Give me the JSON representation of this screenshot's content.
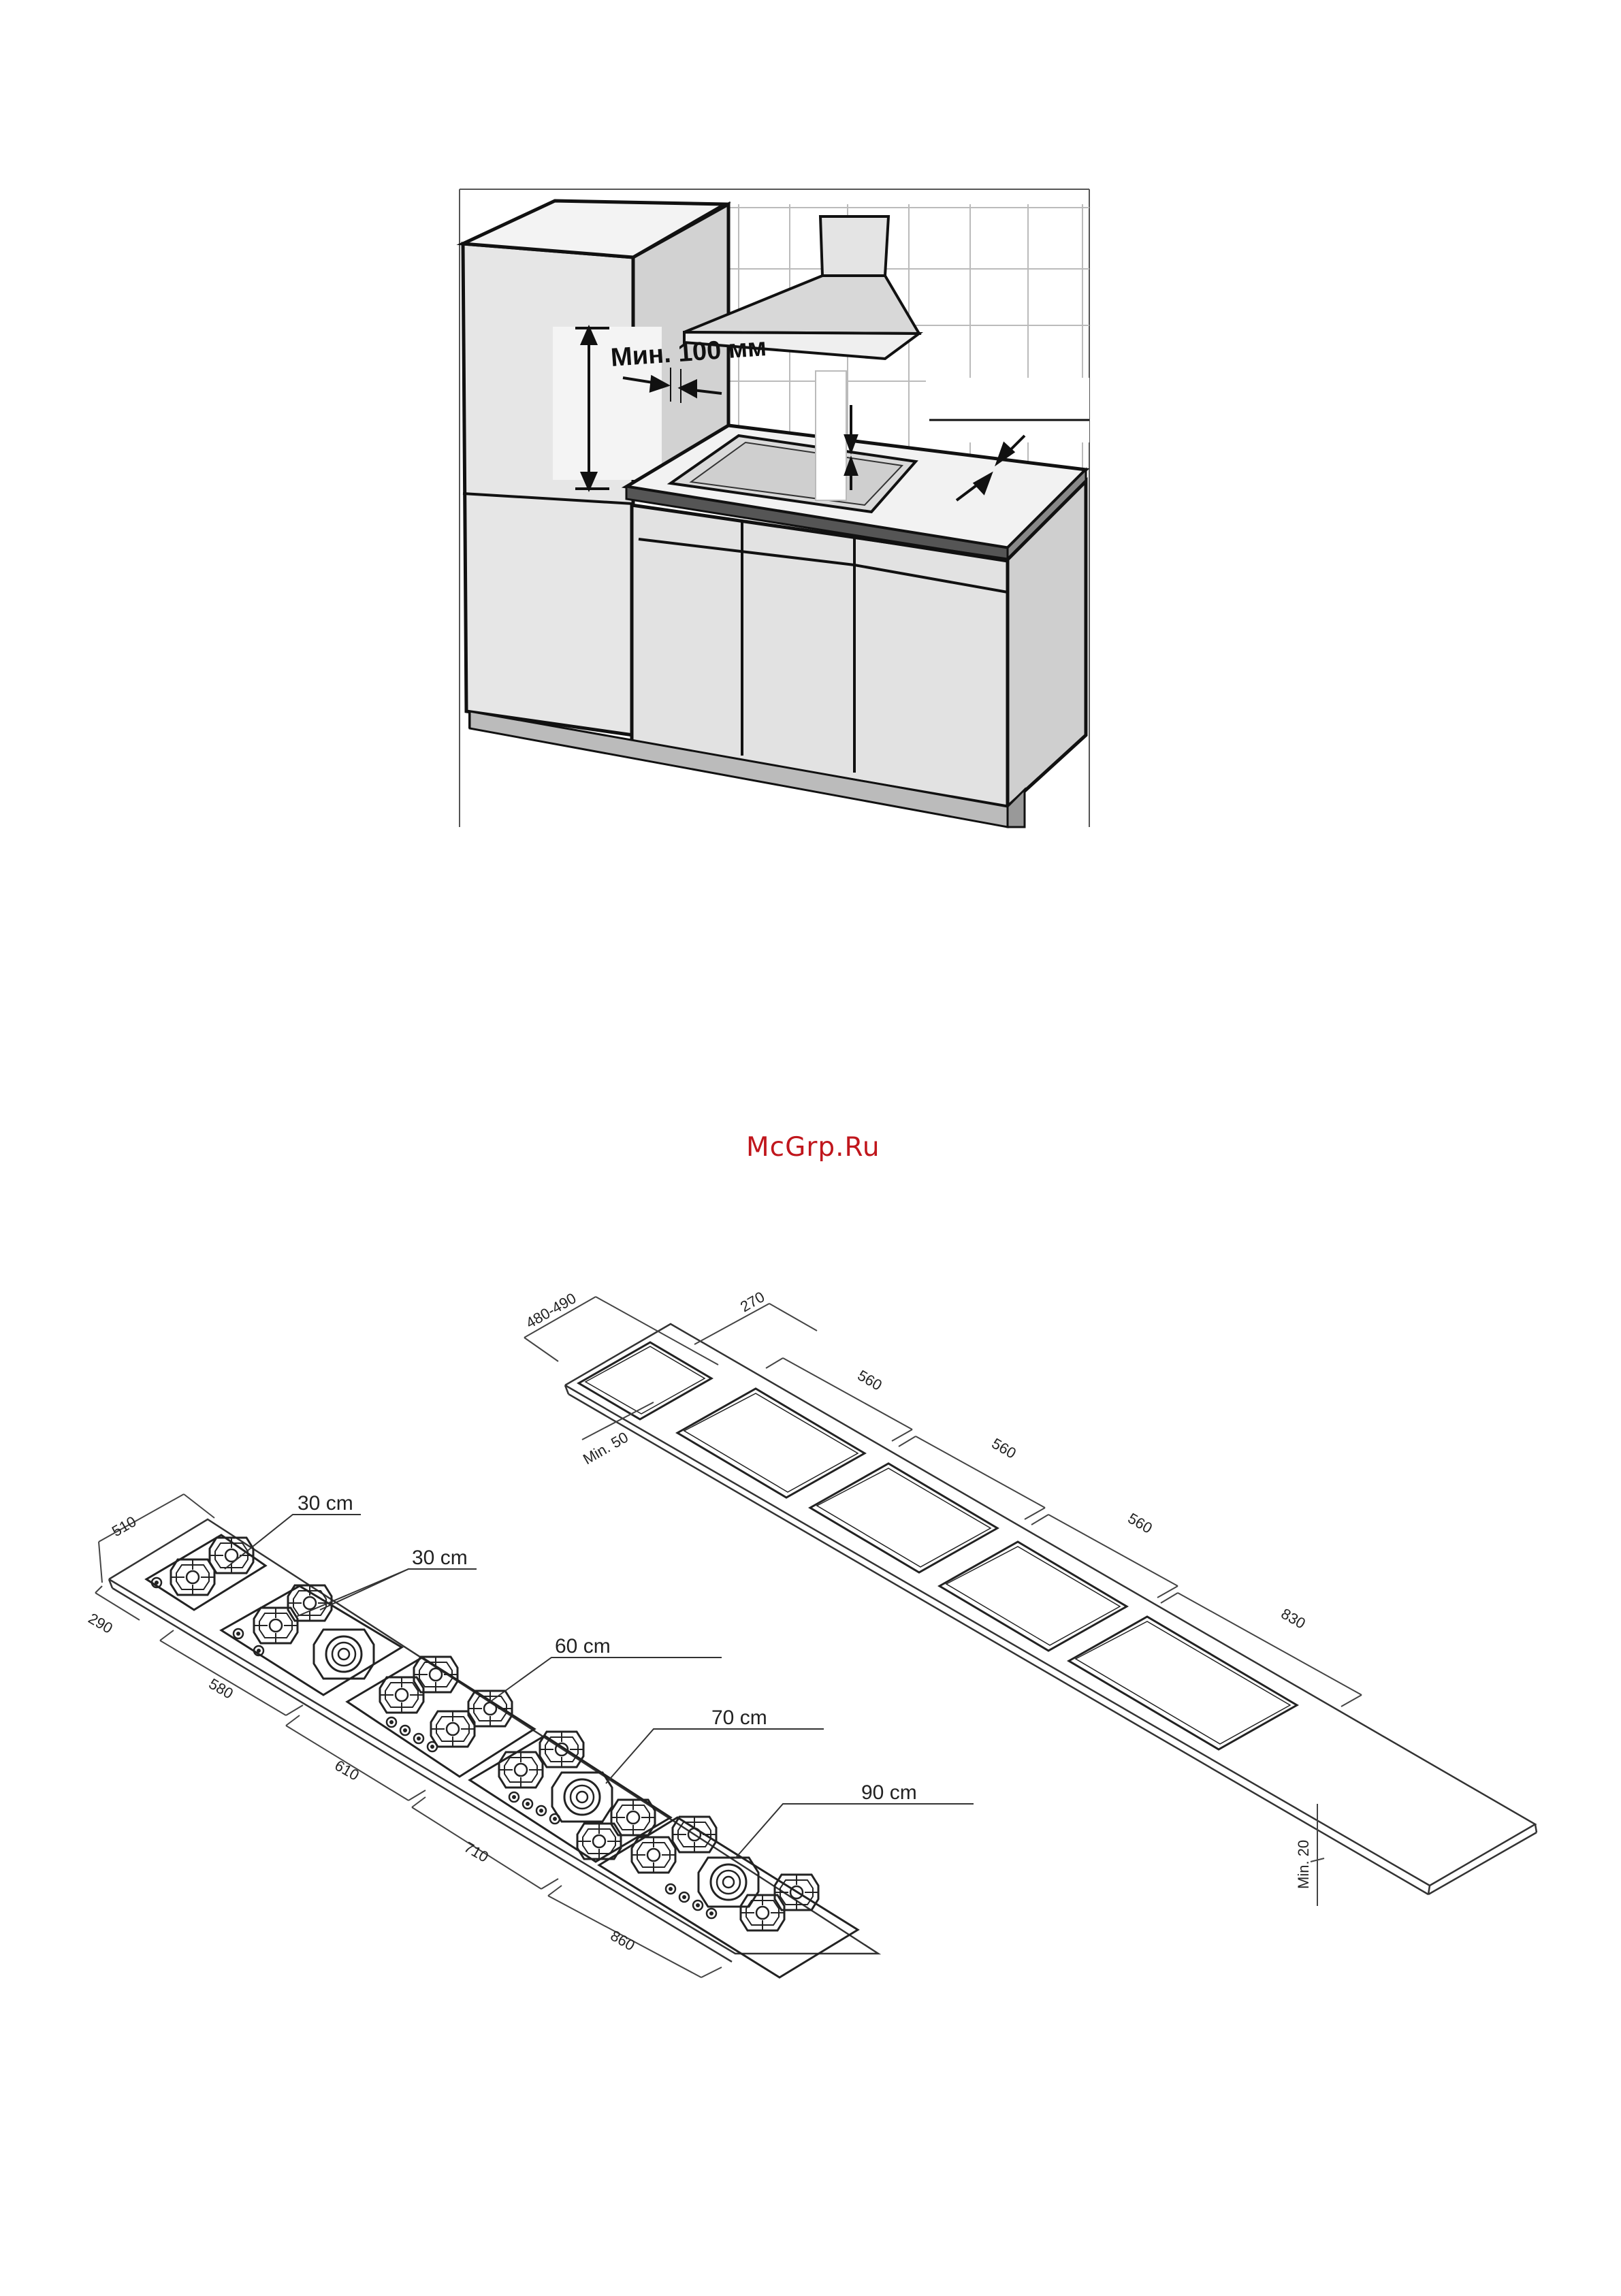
{
  "kitchen_figure": {
    "clearance_label": "Мин. 100 мм"
  },
  "watermark": "McGrp.Ru",
  "hob_figure": {
    "sizes": [
      "30 cm",
      "30 cm",
      "60 cm",
      "70 cm",
      "90 cm"
    ],
    "depth_dims": [
      "510",
      "290"
    ],
    "width_dims": [
      "580",
      "610",
      "710",
      "860"
    ]
  },
  "cutout_figure": {
    "depth_dim": "480-490",
    "narrow_cutout": "270",
    "cutouts": [
      "560",
      "560",
      "560",
      "830"
    ],
    "edge_min": "Min. 50",
    "thickness_min": "Min. 20"
  }
}
